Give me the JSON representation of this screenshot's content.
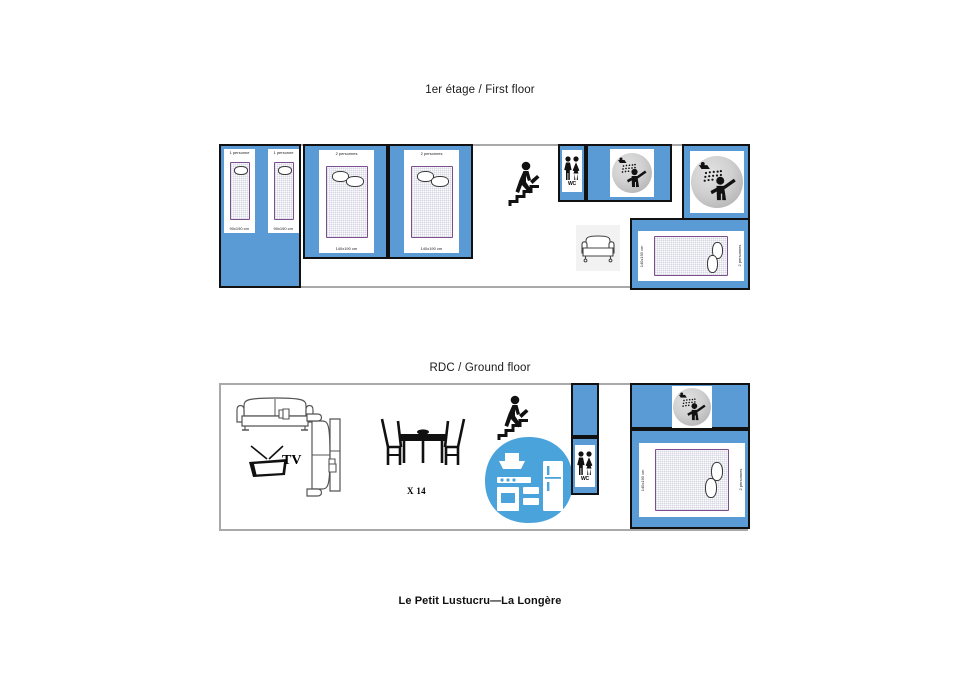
{
  "document": {
    "footer_caption": "Le Petit Lustucru—La Longère"
  },
  "floors": [
    {
      "id": "first-floor",
      "title": "1er étage / First floor",
      "rooms": [
        {
          "name": "bedroom-twin-singles",
          "beds": [
            {
              "occupancy": "1 personne",
              "size": "90x190 cm",
              "type": "single"
            },
            {
              "occupancy": "1 personne",
              "size": "90x190 cm",
              "type": "single"
            }
          ]
        },
        {
          "name": "bedroom-double-1",
          "beds": [
            {
              "occupancy": "2 personnes",
              "size": "140x190 cm",
              "type": "double"
            }
          ]
        },
        {
          "name": "bedroom-double-2",
          "beds": [
            {
              "occupancy": "2 personnes",
              "size": "140x190 cm",
              "type": "double"
            }
          ]
        },
        {
          "name": "bedroom-double-3-rotated",
          "beds": [
            {
              "occupancy": "2 personnes",
              "size": "140x190 cm",
              "type": "double"
            }
          ]
        },
        {
          "name": "wc-room",
          "icon": "wc-icon",
          "label": "WC"
        },
        {
          "name": "shower-room-1",
          "icon": "shower-icon"
        },
        {
          "name": "shower-room-2",
          "icon": "shower-icon"
        }
      ],
      "features": [
        {
          "name": "staircase",
          "icon": "stairs-icon"
        },
        {
          "name": "armchair",
          "icon": "armchair-icon"
        }
      ]
    },
    {
      "id": "ground-floor",
      "title": "RDC / Ground floor",
      "rooms": [
        {
          "name": "wc-room",
          "icon": "wc-icon",
          "label": "WC"
        },
        {
          "name": "shower-room",
          "icon": "shower-icon"
        },
        {
          "name": "bedroom-double-rotated",
          "beds": [
            {
              "occupancy": "2 personnes",
              "size": "140x190 cm",
              "type": "double"
            }
          ]
        }
      ],
      "features": [
        {
          "name": "sofa-horizontal",
          "icon": "sofa-icon"
        },
        {
          "name": "television",
          "icon": "tv-icon",
          "label": "TV"
        },
        {
          "name": "sofa-vertical",
          "icon": "sofa-icon"
        },
        {
          "name": "dining-table",
          "icon": "dining-table-icon",
          "label": "X 14"
        },
        {
          "name": "staircase",
          "icon": "stairs-icon"
        },
        {
          "name": "kitchen",
          "icon": "kitchen-icon"
        }
      ]
    }
  ],
  "labels": {
    "wc": "WC",
    "seats_count": "X 14",
    "single_occupancy": "1 personne",
    "double_occupancy": "2 personnes",
    "single_size": "90x190 cm",
    "double_size": "140x190 cm"
  },
  "colors": {
    "room_blue": "#5B9BD5",
    "room_border": "#111111",
    "plan_border": "#A9A9A9",
    "mattress_outline": "#7B4F8E",
    "kitchen_blue": "#4BA3DC",
    "tile_gray": "#F2F2F2"
  }
}
